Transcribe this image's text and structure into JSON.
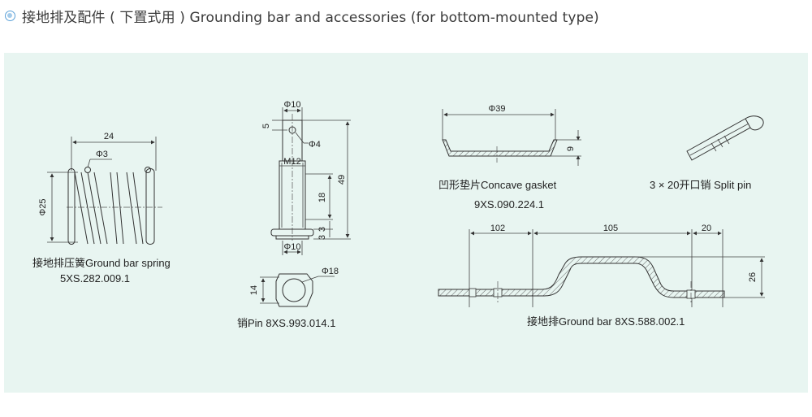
{
  "header": {
    "title": "接地排及配件 ( 下置式用 ) Grounding bar and accessories (for bottom-mounted type)",
    "bullet_icon": "circle-bullet-icon"
  },
  "spring": {
    "name": "接地排压簧Ground bar spring",
    "code": "5XS.282.009.1",
    "dims": {
      "width": "24",
      "wire": "Φ3",
      "diameter": "Φ25"
    }
  },
  "pin": {
    "name": "销Pin 8XS.993.014.1",
    "dims": {
      "top_dia": "Φ10",
      "hole_offset": "5",
      "hole": "Φ4",
      "thread": "M12",
      "thread_len": "18",
      "length": "49",
      "head": "3",
      "head2": "3",
      "bottom_dia": "Φ10",
      "ring_dia": "Φ18",
      "ring_h": "14"
    }
  },
  "gasket": {
    "name": "凹形垫片Concave gasket",
    "code": "9XS.090.224.1",
    "dims": {
      "dia": "Φ39",
      "height": "9"
    }
  },
  "split_pin": {
    "name": "3 × 20开口销 Split pin"
  },
  "ground_bar": {
    "name": "接地排Ground bar  8XS.588.002.1",
    "dims": {
      "left": "102",
      "mid": "105",
      "right": "20",
      "height": "26"
    }
  },
  "colors": {
    "panel": "#e8f5f1",
    "accent": "#5aa0d8",
    "line": "#333333"
  }
}
